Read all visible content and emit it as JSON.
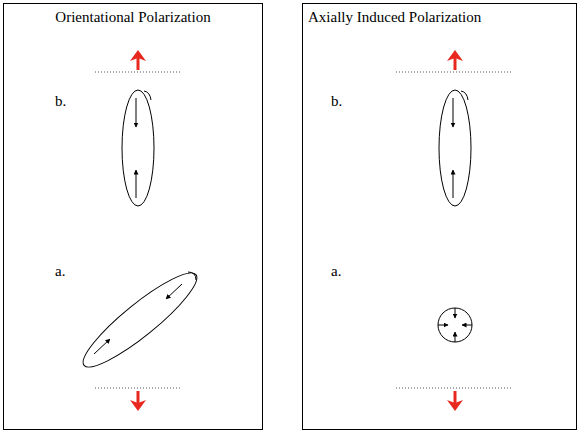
{
  "diagram": {
    "nodes": [
      {
        "text": [
          "Orientational Polarization"
        ]
      },
      {
        "text": [
          "Axially Induced Polarization"
        ]
      }
    ],
    "labels": [
      "b.",
      "a.",
      "b.",
      "a."
    ]
  }
}
